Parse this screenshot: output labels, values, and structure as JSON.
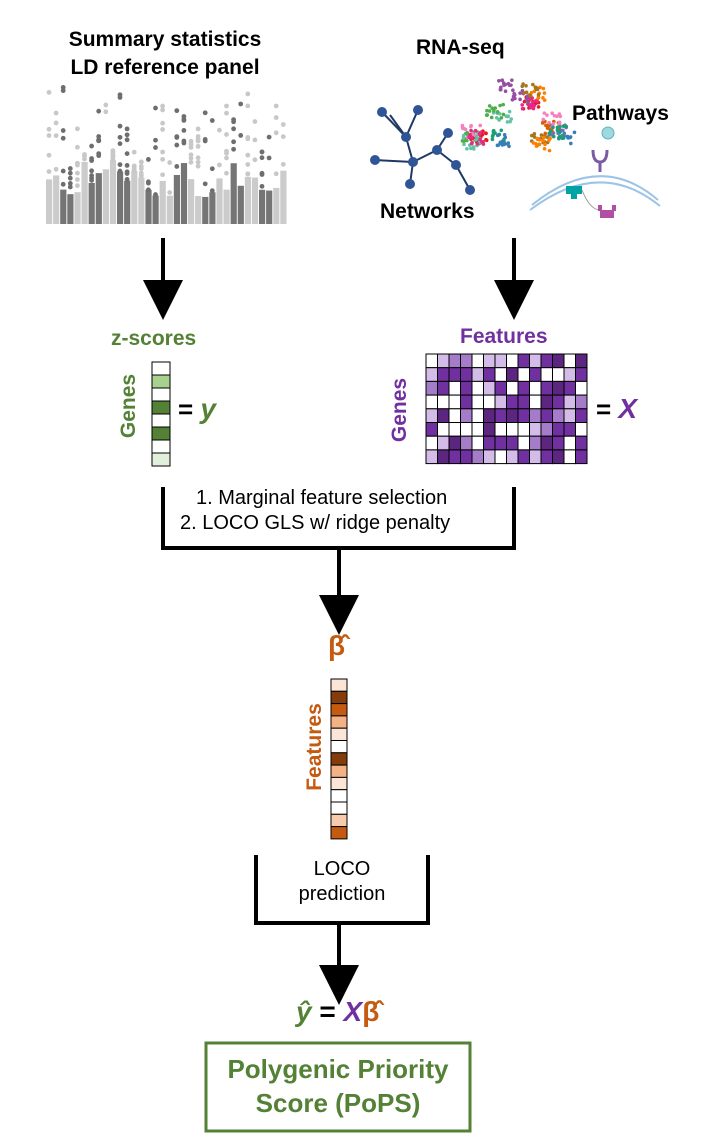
{
  "inputs": {
    "gwas_line1": "Summary statistics",
    "gwas_line2": "LD reference panel",
    "rnaseq": "RNA-seq",
    "pathways": "Pathways",
    "networks": "Networks"
  },
  "y_panel": {
    "title": "z-scores",
    "row_label": "Genes",
    "eq_sign": "=",
    "symbol": "y"
  },
  "x_panel": {
    "title": "Features",
    "row_label": "Genes",
    "eq_sign": "=",
    "symbol": "X"
  },
  "fit_steps": {
    "step1": "1. Marginal feature selection",
    "step2": "2. LOCO GLS w/ ridge penalty"
  },
  "beta_panel": {
    "symbol": "β̂",
    "row_label": "Features"
  },
  "predict_step": {
    "line1": "LOCO",
    "line2": "prediction"
  },
  "equation": {
    "lhs": "ŷ",
    "eq": "=",
    "x": "X",
    "beta": "β̂"
  },
  "result": {
    "line1": "Polygenic Priority",
    "line2": "Score (PoPS)"
  },
  "colors": {
    "green": "#538135",
    "purple": "#7030a0",
    "orange": "#c55a11",
    "result_border": "#538135"
  }
}
